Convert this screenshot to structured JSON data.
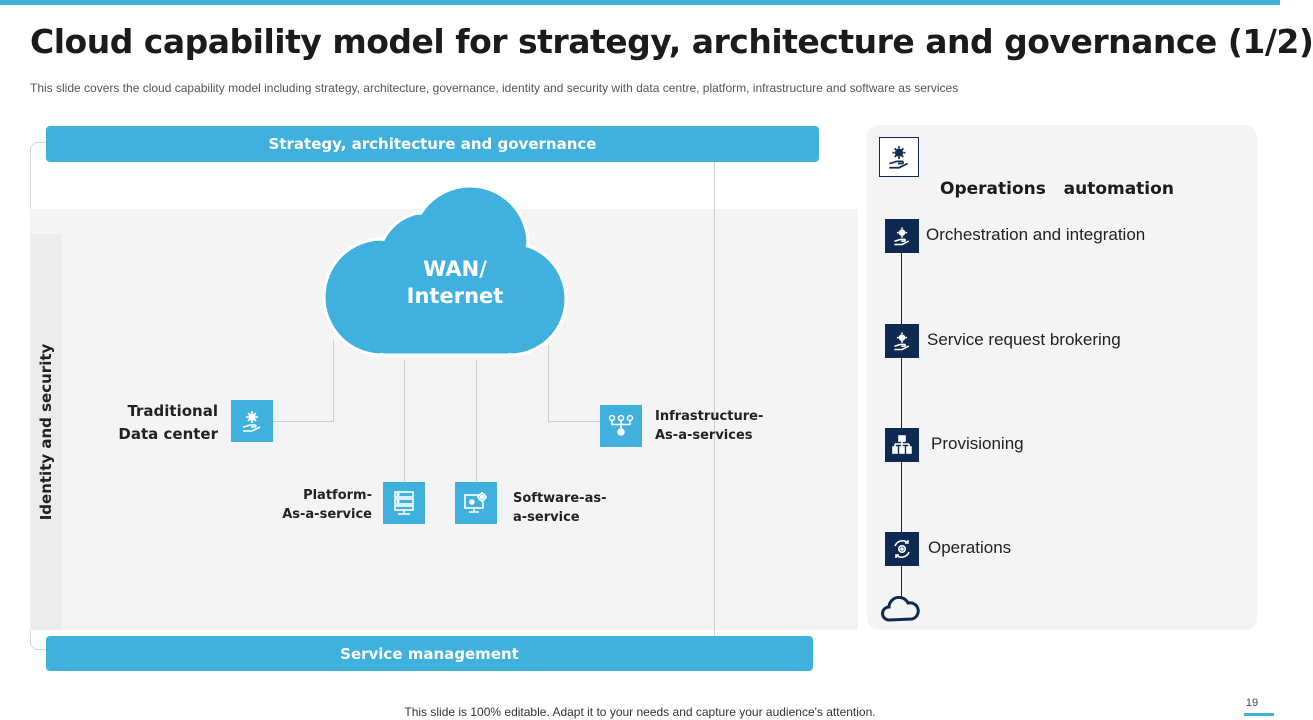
{
  "header": {
    "title": "Cloud capability model for strategy, architecture and governance (1/2)",
    "subtitle": "This slide covers the cloud capability model including strategy, architecture, governance,  identity and security with data centre, platform, infrastructure  and software  as services"
  },
  "diagram": {
    "top_banner": "Strategy, architecture and governance",
    "bottom_banner": "Service management",
    "side_label": "Identity and security",
    "cloud_line1": "WAN/",
    "cloud_line2": "Internet",
    "services": {
      "traditional": {
        "line1": "Traditional",
        "line2": "Data center",
        "icon": "gear-hand-icon"
      },
      "platform": {
        "line1": "Platform-",
        "line2": "As-a-service",
        "icon": "server-icon"
      },
      "software": {
        "line1": "Software-as-",
        "line2": "a-service",
        "icon": "monitor-gear-icon"
      },
      "infrastructure": {
        "line1": "Infrastructure-",
        "line2": "As-a-services",
        "icon": "network-icon"
      }
    }
  },
  "operations": {
    "heading": "Operations   automation",
    "items": [
      {
        "label": "Orchestration and integration",
        "icon": "gear-hand-icon"
      },
      {
        "label": "Service request brokering",
        "icon": "gear-hand-icon"
      },
      {
        "label": "Provisioning",
        "icon": "hierarchy-icon"
      },
      {
        "label": "Operations",
        "icon": "cycle-gear-icon"
      }
    ]
  },
  "footer": {
    "note": "This slide is 100% editable. Adapt it to your needs and capture your audience's attention.",
    "page_number": "19"
  },
  "colors": {
    "accent": "#40b0df",
    "navy": "#0f2a52",
    "panel": "#f4f4f4"
  }
}
